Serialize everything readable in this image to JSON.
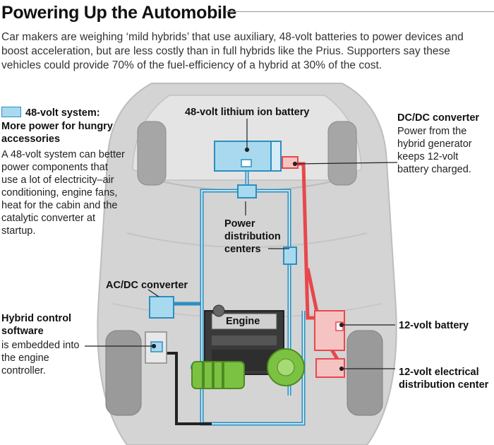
{
  "title": "Powering Up the Automobile",
  "intro": "Car makers are weighing ‘mild hybrids’ that use auxiliary, 48-volt batteries to power devices and boost acceleration, but are less costly than in full hybrids like the Prius. Supporters say these vehicles could provide 70% of the fuel-efficiency of a hybrid at 30% of the cost.",
  "legend": {
    "title_line1": "48-volt system:",
    "title_line2": "More power for hungry accessories",
    "body": "A 48-volt system can better power components that use a lot of electricity–air conditioning, engine fans, heat for the cabin and the catalytic converter at startup."
  },
  "labels": {
    "battery48": "48-volt lithium ion battery",
    "dcdc_title": "DC/DC converter",
    "dcdc_body": "Power from the hybrid generator keeps 12-volt battery charged.",
    "power_dist": "Power distribution centers",
    "acdc": "AC/DC converter",
    "hybrid_title": "Hybrid control software",
    "hybrid_body": "is embedded into the engine controller.",
    "engine": "Engine",
    "battery12": "12-volt battery",
    "elec12": "12-volt electrical distribution center"
  },
  "colors": {
    "blue_fill": "#a9d9ee",
    "blue_line": "#2b8fc0",
    "red_line": "#e8474c",
    "red_fill": "#f6c3c3",
    "car_gray": "#c9c9c9",
    "green": "#7cc242"
  }
}
